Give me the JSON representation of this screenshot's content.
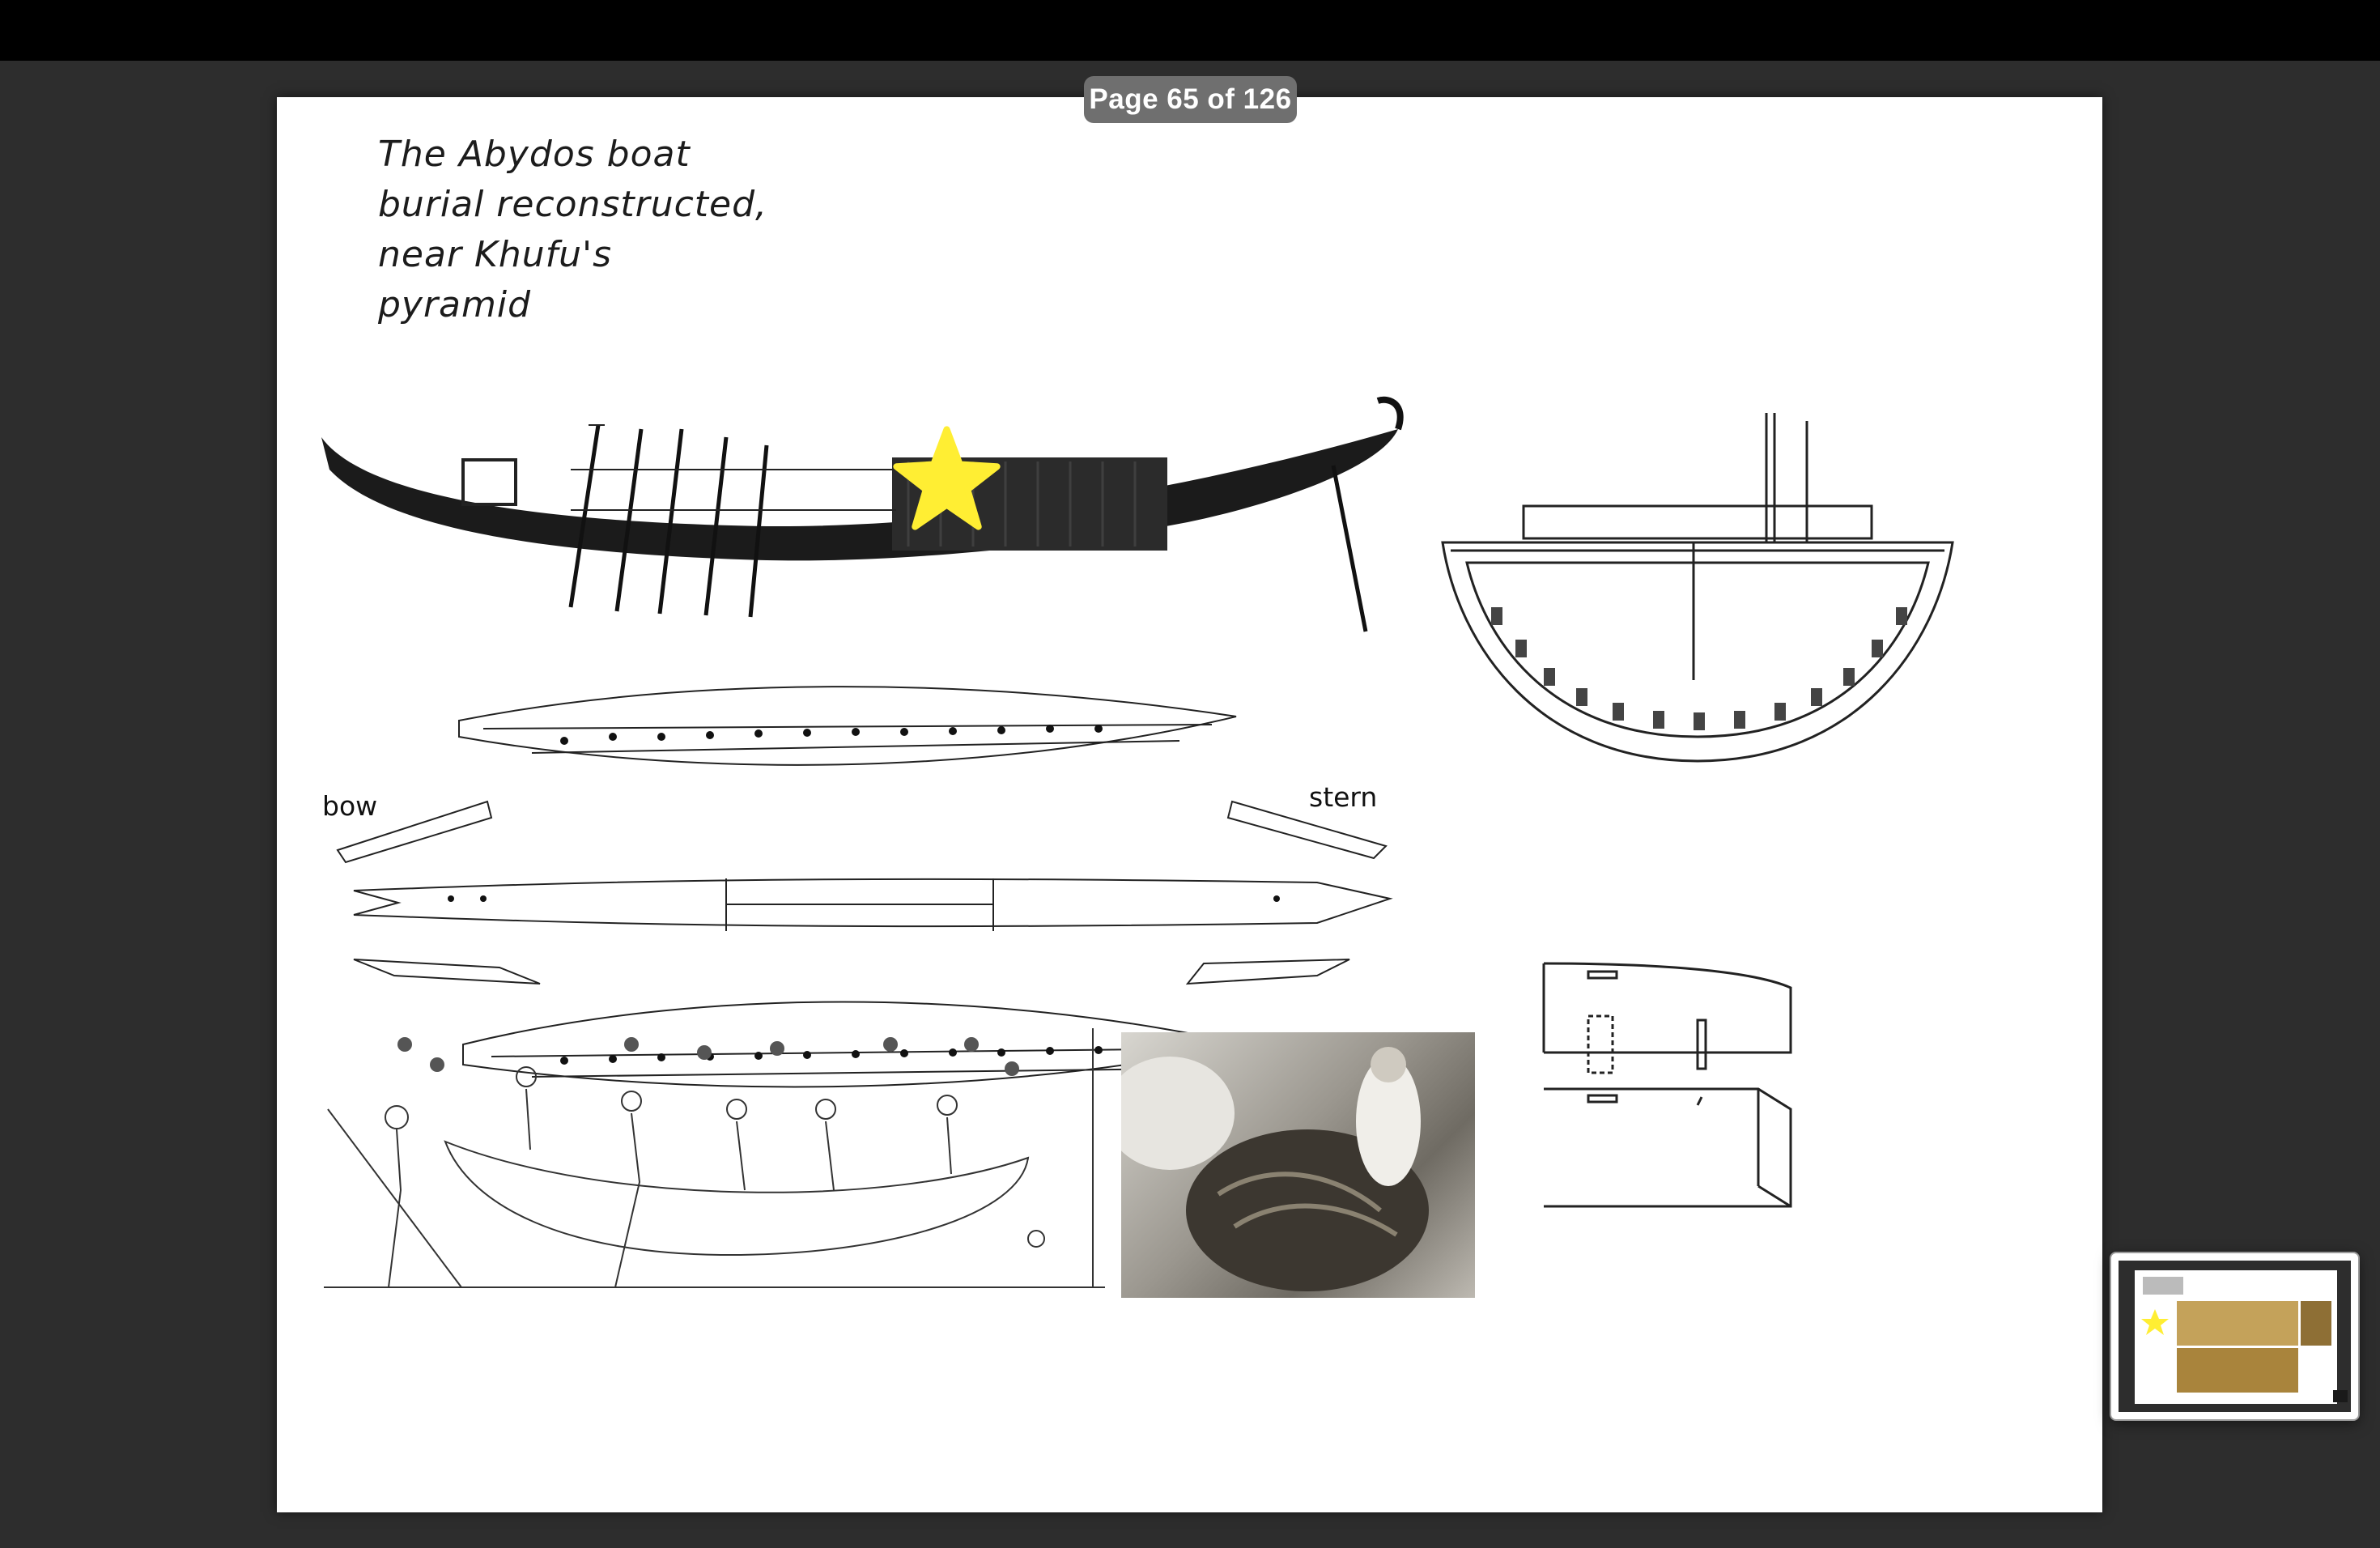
{
  "viewer": {
    "page_indicator": "Page 65 of 126"
  },
  "slide": {
    "handwritten_note": [
      "The Abydos boat",
      "burial reconstructed,",
      "near Khufu's",
      "pyramid"
    ],
    "labels": {
      "bow": "bow",
      "stern": "stern"
    },
    "highlight_color": "#ffee33"
  },
  "icons": {
    "annotation": "star-icon"
  }
}
